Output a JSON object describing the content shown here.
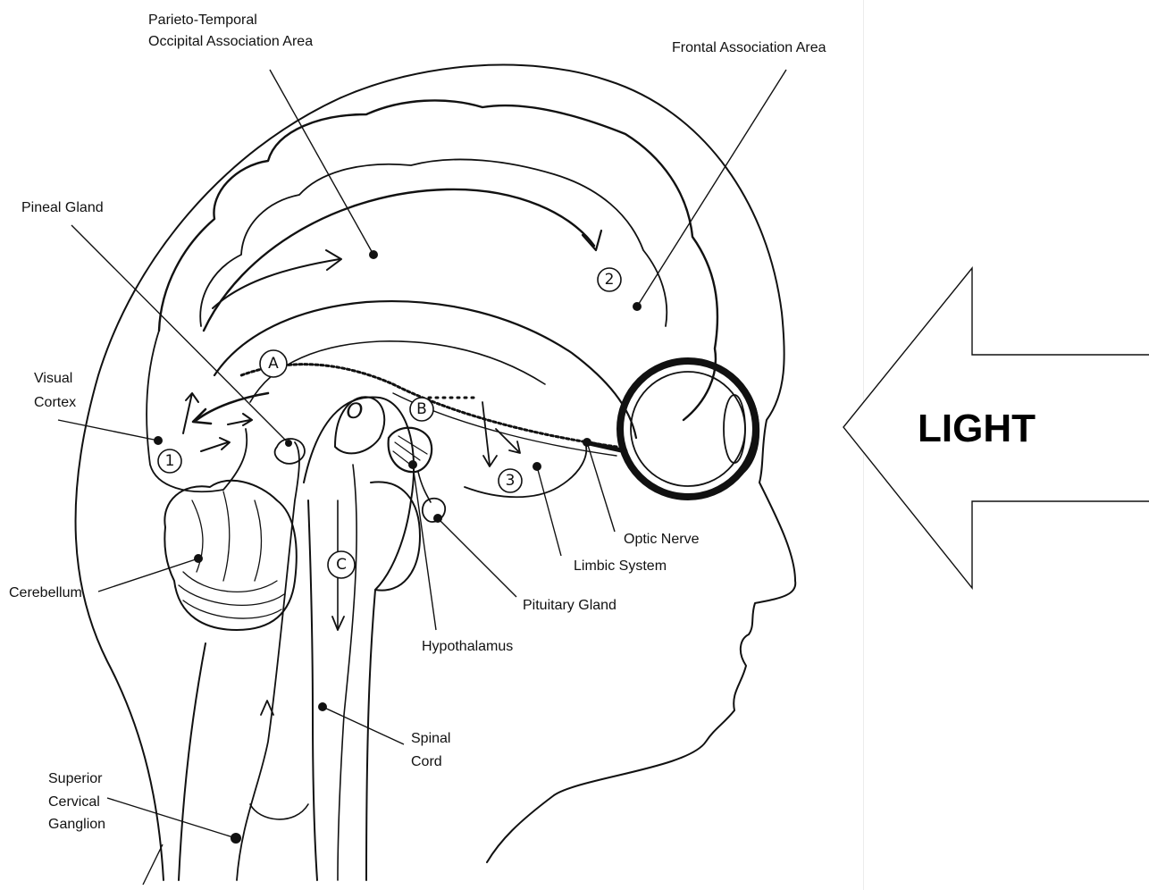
{
  "labels": {
    "parieto_temporal_line1": "Parieto-Temporal",
    "parieto_temporal_line2": "Occipital Association Area",
    "frontal_association": "Frontal Association Area",
    "pineal_gland": "Pineal Gland",
    "visual_cortex_line1": "Visual",
    "visual_cortex_line2": "Cortex",
    "cerebellum": "Cerebellum",
    "optic_nerve": "Optic Nerve",
    "limbic_system": "Limbic System",
    "pituitary_gland": "Pituitary Gland",
    "hypothalamus": "Hypothalamus",
    "spinal_cord_line1": "Spinal",
    "spinal_cord_line2": "Cord",
    "scg_line1": "Superior",
    "scg_line2": "Cervical",
    "scg_line3": "Ganglion"
  },
  "markers": {
    "step_1": "1",
    "step_2": "2",
    "step_3": "3",
    "path_a": "A",
    "path_b": "B",
    "path_c": "C",
    "nucleus": "O"
  },
  "light_label": "LIGHT",
  "colors": {
    "ink": "#111111",
    "background": "#ffffff"
  }
}
